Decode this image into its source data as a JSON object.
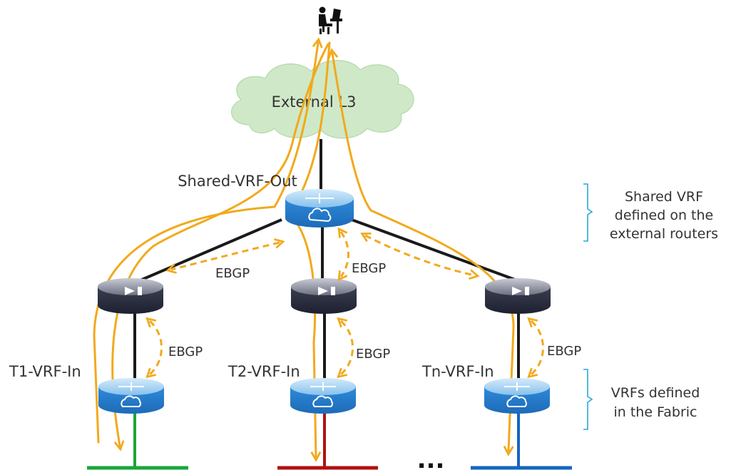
{
  "cloud": {
    "label": "External L3"
  },
  "shared_router": {
    "label": "Shared-VRF-Out"
  },
  "tenants": [
    {
      "label": "T1-VRF-In",
      "lan_color": "#1aa63a"
    },
    {
      "label": "T2-VRF-In",
      "lan_color": "#b21010"
    },
    {
      "label": "Tn-VRF-In",
      "lan_color": "#1565c0"
    }
  ],
  "sessions": {
    "top_left": "EBGP",
    "top_mid": "EBGP",
    "vert_left": "EBGP",
    "vert_mid": "EBGP",
    "vert_right": "EBGP"
  },
  "ellipsis": "...",
  "annotations": {
    "shared_vrf": [
      "Shared VRF",
      "defined on the",
      "external routers"
    ],
    "fabric_vrf": [
      "VRFs defined",
      "in the Fabric"
    ]
  },
  "colors": {
    "cloud_fill": "#cfe9c8",
    "router_blue": "#3f8fd6",
    "router_dark": "#2b3040",
    "flow": "#f2a91c",
    "bracket": "#29a8d9"
  },
  "icons": [
    "user-at-computer-icon",
    "cloud-icon",
    "router-icon",
    "switch-router-icon"
  ]
}
